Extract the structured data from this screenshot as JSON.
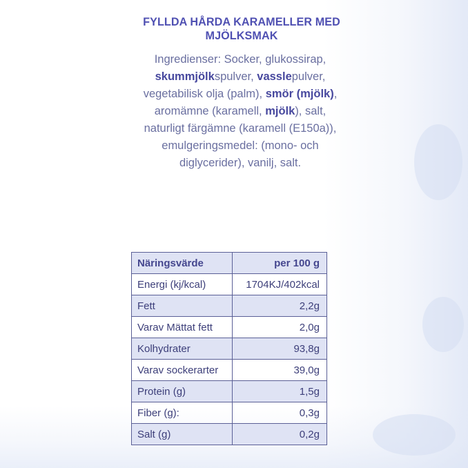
{
  "title": {
    "line1": "FYLLDA HÅRDA KARAMELLER MED",
    "line2": "MJÖLKSMAK"
  },
  "ingredients": {
    "segments": [
      {
        "text": "Ingredienser: Socker, glukossirap,",
        "bold": false,
        "br": true
      },
      {
        "text": "skummjölk",
        "bold": true
      },
      {
        "text": "spulver, ",
        "bold": false
      },
      {
        "text": "vassle",
        "bold": true
      },
      {
        "text": "pulver,",
        "bold": false,
        "br": true
      },
      {
        "text": "vegetabilisk olja (palm), ",
        "bold": false
      },
      {
        "text": "smör (mjölk)",
        "bold": true
      },
      {
        "text": ",",
        "bold": false,
        "br": true
      },
      {
        "text": "aromämne (karamell, ",
        "bold": false
      },
      {
        "text": "mjölk",
        "bold": true
      },
      {
        "text": "), salt,",
        "bold": false,
        "br": true
      },
      {
        "text": "naturligt färgämne (karamell (E150a)),",
        "bold": false,
        "br": true
      },
      {
        "text": "emulgeringsmedel: (mono- och",
        "bold": false,
        "br": true
      },
      {
        "text": "diglycerider), vanilj, salt.",
        "bold": false
      }
    ]
  },
  "nutrition_table": {
    "header": {
      "label": "Näringsvärde",
      "value": "per 100 g"
    },
    "rows": [
      {
        "label": "Energi (kj/kcal)",
        "value": "1704KJ/402kcal",
        "shaded": false
      },
      {
        "label": "Fett",
        "value": "2,2g",
        "shaded": true
      },
      {
        "label": "Varav Mättat fett",
        "value": "2,0g",
        "shaded": false
      },
      {
        "label": "Kolhydrater",
        "value": "93,8g",
        "shaded": true
      },
      {
        "label": "Varav sockerarter",
        "value": "39,0g",
        "shaded": false
      },
      {
        "label": "Protein (g)",
        "value": "1,5g",
        "shaded": true
      },
      {
        "label": "Fiber (g):",
        "value": "0,3g",
        "shaded": false
      },
      {
        "label": "Salt (g)",
        "value": "0,2g",
        "shaded": true
      }
    ]
  },
  "colors": {
    "title": "#4f50b2",
    "ingredient_text": "#6a6fa0",
    "ingredient_bold": "#47489e",
    "table_border": "#5a5f96",
    "table_shade": "#dfe3f4"
  }
}
